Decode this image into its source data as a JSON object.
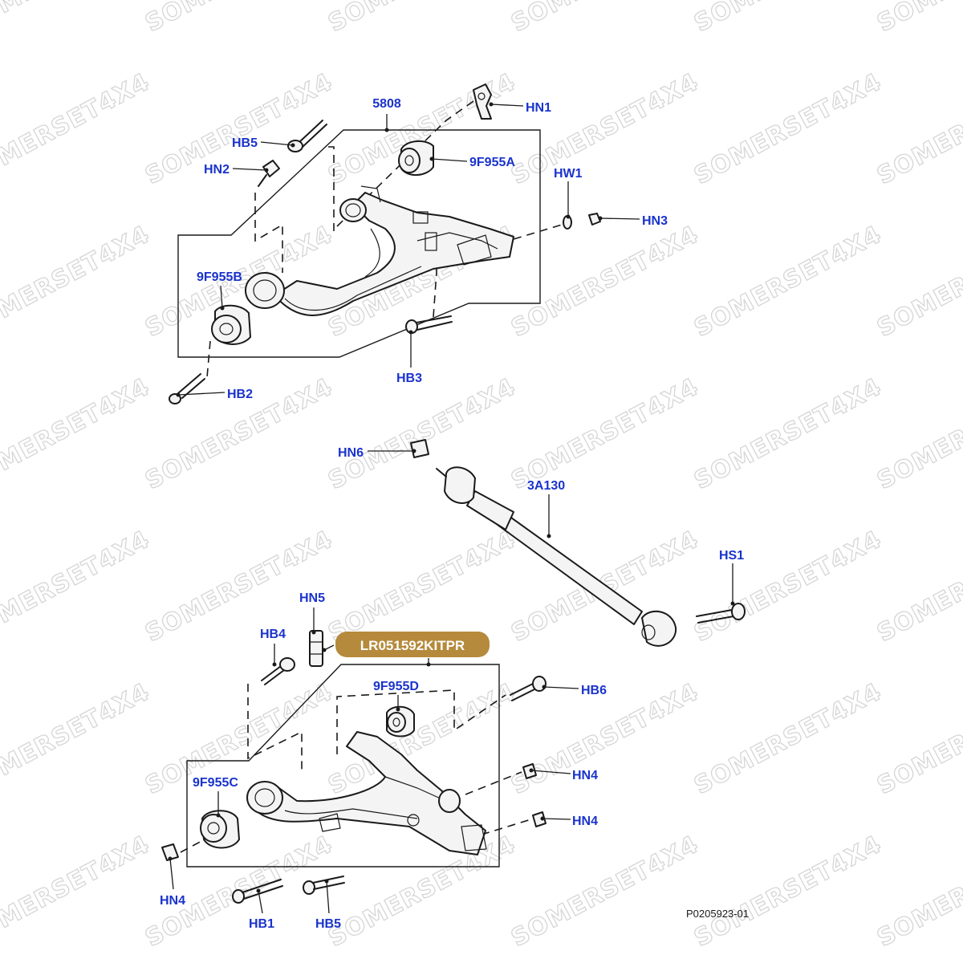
{
  "diagram": {
    "watermark": "SOMERSET4X4",
    "drawing_number": "P0205923-01",
    "highlight_label": "LR051592KITPR",
    "colors": {
      "callout_text": "#1a33cc",
      "highlight_bg": "#b58a3c",
      "highlight_text": "#ffffff",
      "line": "#1a1a1a",
      "watermark": "#d6d6d6"
    },
    "callouts": {
      "upper_arm": "5808",
      "hn1": "HN1",
      "hb5_top": "HB5",
      "hn2": "HN2",
      "bush_9f955a": "9F955A",
      "hw1": "HW1",
      "hn3": "HN3",
      "bush_9f955b": "9F955B",
      "hb3": "HB3",
      "hb2": "HB2",
      "hn6": "HN6",
      "tie_rod": "3A130",
      "hs1": "HS1",
      "hn5": "HN5",
      "hb4": "HB4",
      "bush_9f955d": "9F955D",
      "hb6": "HB6",
      "hn4_mid": "HN4",
      "bush_9f955c": "9F955C",
      "hn4_low": "HN4",
      "hn4_left": "HN4",
      "hb1": "HB1",
      "hb5_bottom": "HB5"
    }
  }
}
